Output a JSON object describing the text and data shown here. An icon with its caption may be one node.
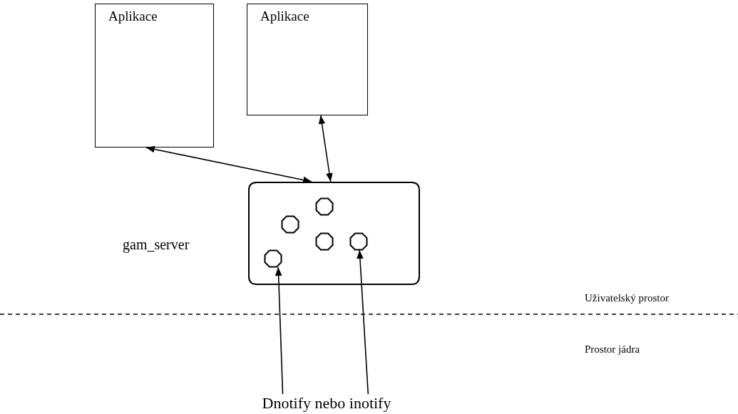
{
  "diagram": {
    "nodes": [
      {
        "text": [
          "Aplikace"
        ]
      },
      {
        "text": [
          "Aplikace"
        ]
      },
      {
        "text": [],
        "shape": "box"
      },
      {
        "text": [],
        "shape": "octagon",
        "in": 2
      },
      {
        "text": [],
        "shape": "octagon",
        "in": 2
      },
      {
        "text": [],
        "shape": "octagon",
        "in": 2
      },
      {
        "text": [],
        "shape": "octagon",
        "in": 2
      },
      {
        "text": [],
        "shape": "octagon",
        "in": 2
      },
      {
        "text": [
          "Dnotify nebo inotify"
        ]
      }
    ],
    "edges": [
      {
        "from": 0,
        "to": 2,
        "arrow": "both"
      },
      {
        "from": 1,
        "to": 2,
        "arrow": "both"
      },
      {
        "from": 8,
        "to": 7,
        "arrow": "to"
      },
      {
        "from": 8,
        "to": 6,
        "arrow": "to"
      }
    ],
    "labels": [
      "gam_server",
      "Uživatelský prostor",
      "Prostor jádra"
    ]
  }
}
